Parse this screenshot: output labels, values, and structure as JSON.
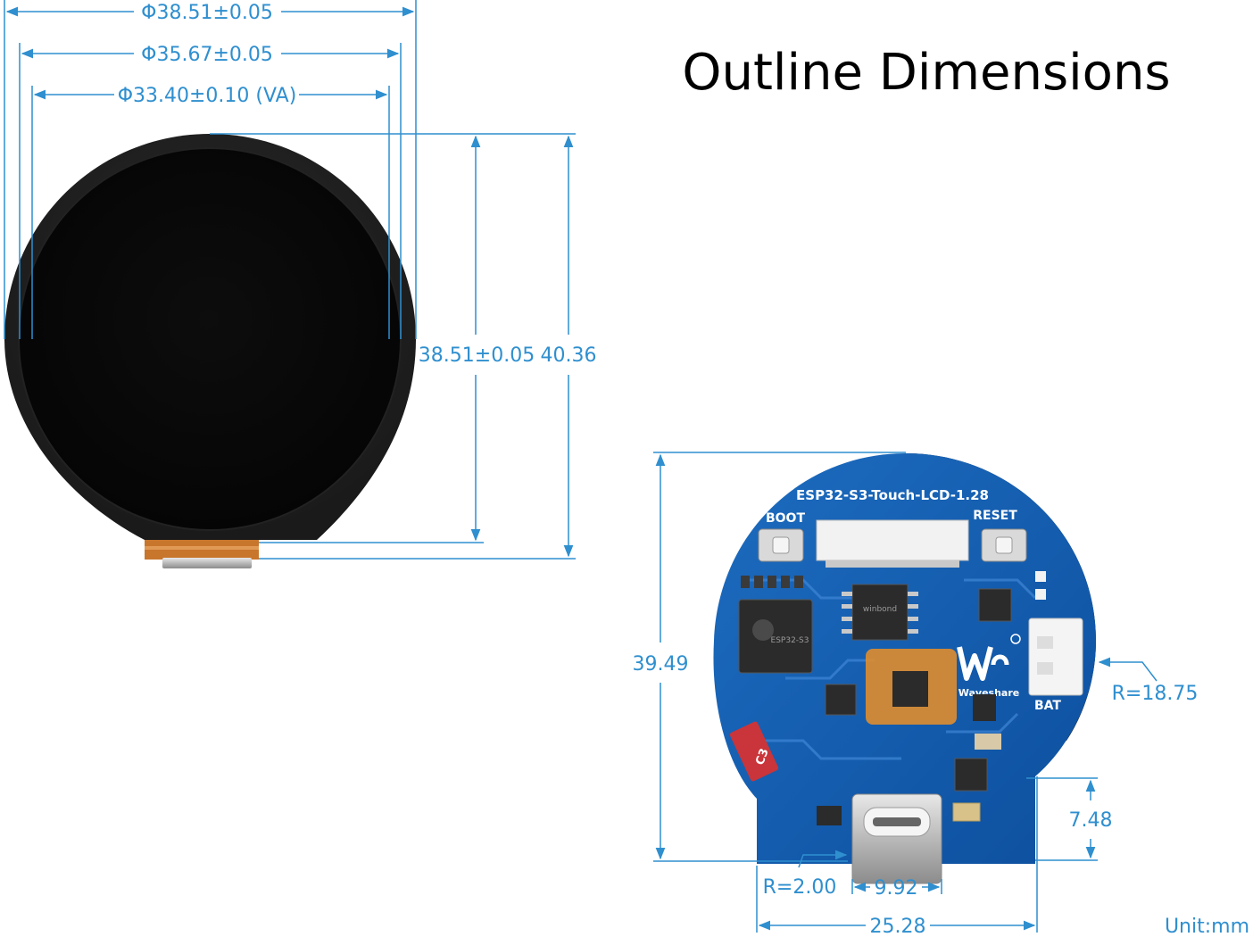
{
  "title": "Outline Dimensions",
  "accent_color": "#2f8fcf",
  "lcd": {
    "outer_diameter": "Φ38.51±0.05",
    "panel_diameter": "Φ35.67±0.05",
    "viewing_area": "Φ33.40±0.10 (VA)",
    "panel_height": "38.51±0.05",
    "total_height": "40.36"
  },
  "pcb": {
    "board_name": "ESP32-S3-Touch-LCD-1.28",
    "boot_label": "BOOT",
    "reset_label": "RESET",
    "bat_label": "BAT",
    "brand": "Waveshare",
    "module_chip": "ESP32-S3",
    "flash_chip": "winbond",
    "cap_label": "C3",
    "height": "39.49",
    "radius": "R=18.75",
    "usb_height": "7.48",
    "corner_radius": "R=2.00",
    "usb_width": "9.92",
    "width": "25.28"
  },
  "unit": "Unit:mm",
  "icons": [
    "waveshare-logo-icon",
    "usb-c-port-icon"
  ]
}
